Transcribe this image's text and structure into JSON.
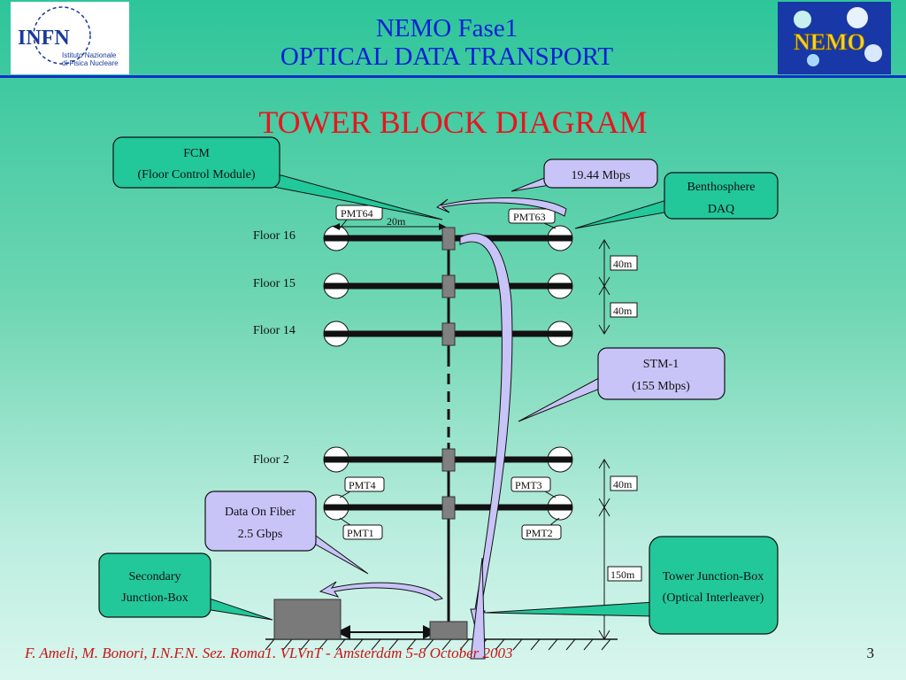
{
  "header": {
    "title_line1": "NEMO Fase1",
    "title_line2": "OPTICAL DATA TRANSPORT",
    "infn_logo": {
      "text": "INFN",
      "sub1": "Istituto Nazionale",
      "sub2": "di Fisica Nucleare"
    },
    "nemo_logo": {
      "text": "NEMO"
    }
  },
  "heading": "TOWER BLOCK DIAGRAM",
  "diagram": {
    "callouts": {
      "fcm_line1": "FCM",
      "fcm_line2": "(Floor Control Module)",
      "rate": "19.44 Mbps",
      "daq_line1": "Benthosphere",
      "daq_line2": "DAQ",
      "stm_line1": "STM-1",
      "stm_line2": "(155 Mbps)",
      "fiber_line1": "Data On Fiber",
      "fiber_line2": "2.5 Gbps",
      "sjb_line1": "Secondary",
      "sjb_line2": "Junction-Box",
      "tjb_line1": "Tower Junction-Box",
      "tjb_line2": "(Optical Interleaver)"
    },
    "floors": {
      "floor16": "Floor 16",
      "floor15": "Floor 15",
      "floor14": "Floor 14",
      "floor2": "Floor 2"
    },
    "pmt_labels": {
      "pmt64": "PMT64",
      "pmt63": "PMT63",
      "pmt4": "PMT4",
      "pmt3": "PMT3",
      "pmt1": "PMT1",
      "pmt2": "PMT2"
    },
    "dimensions": {
      "arm_length": "20m",
      "spacing_a": "40m",
      "spacing_b": "40m",
      "spacing_c": "40m",
      "base_height": "150m"
    }
  },
  "footer": {
    "text": "F. Ameli, M. Bonori,  I.N.F.N. Sez. Roma1.   VLVnT - Amsterdam 5-8 October 2003",
    "page": "3"
  }
}
